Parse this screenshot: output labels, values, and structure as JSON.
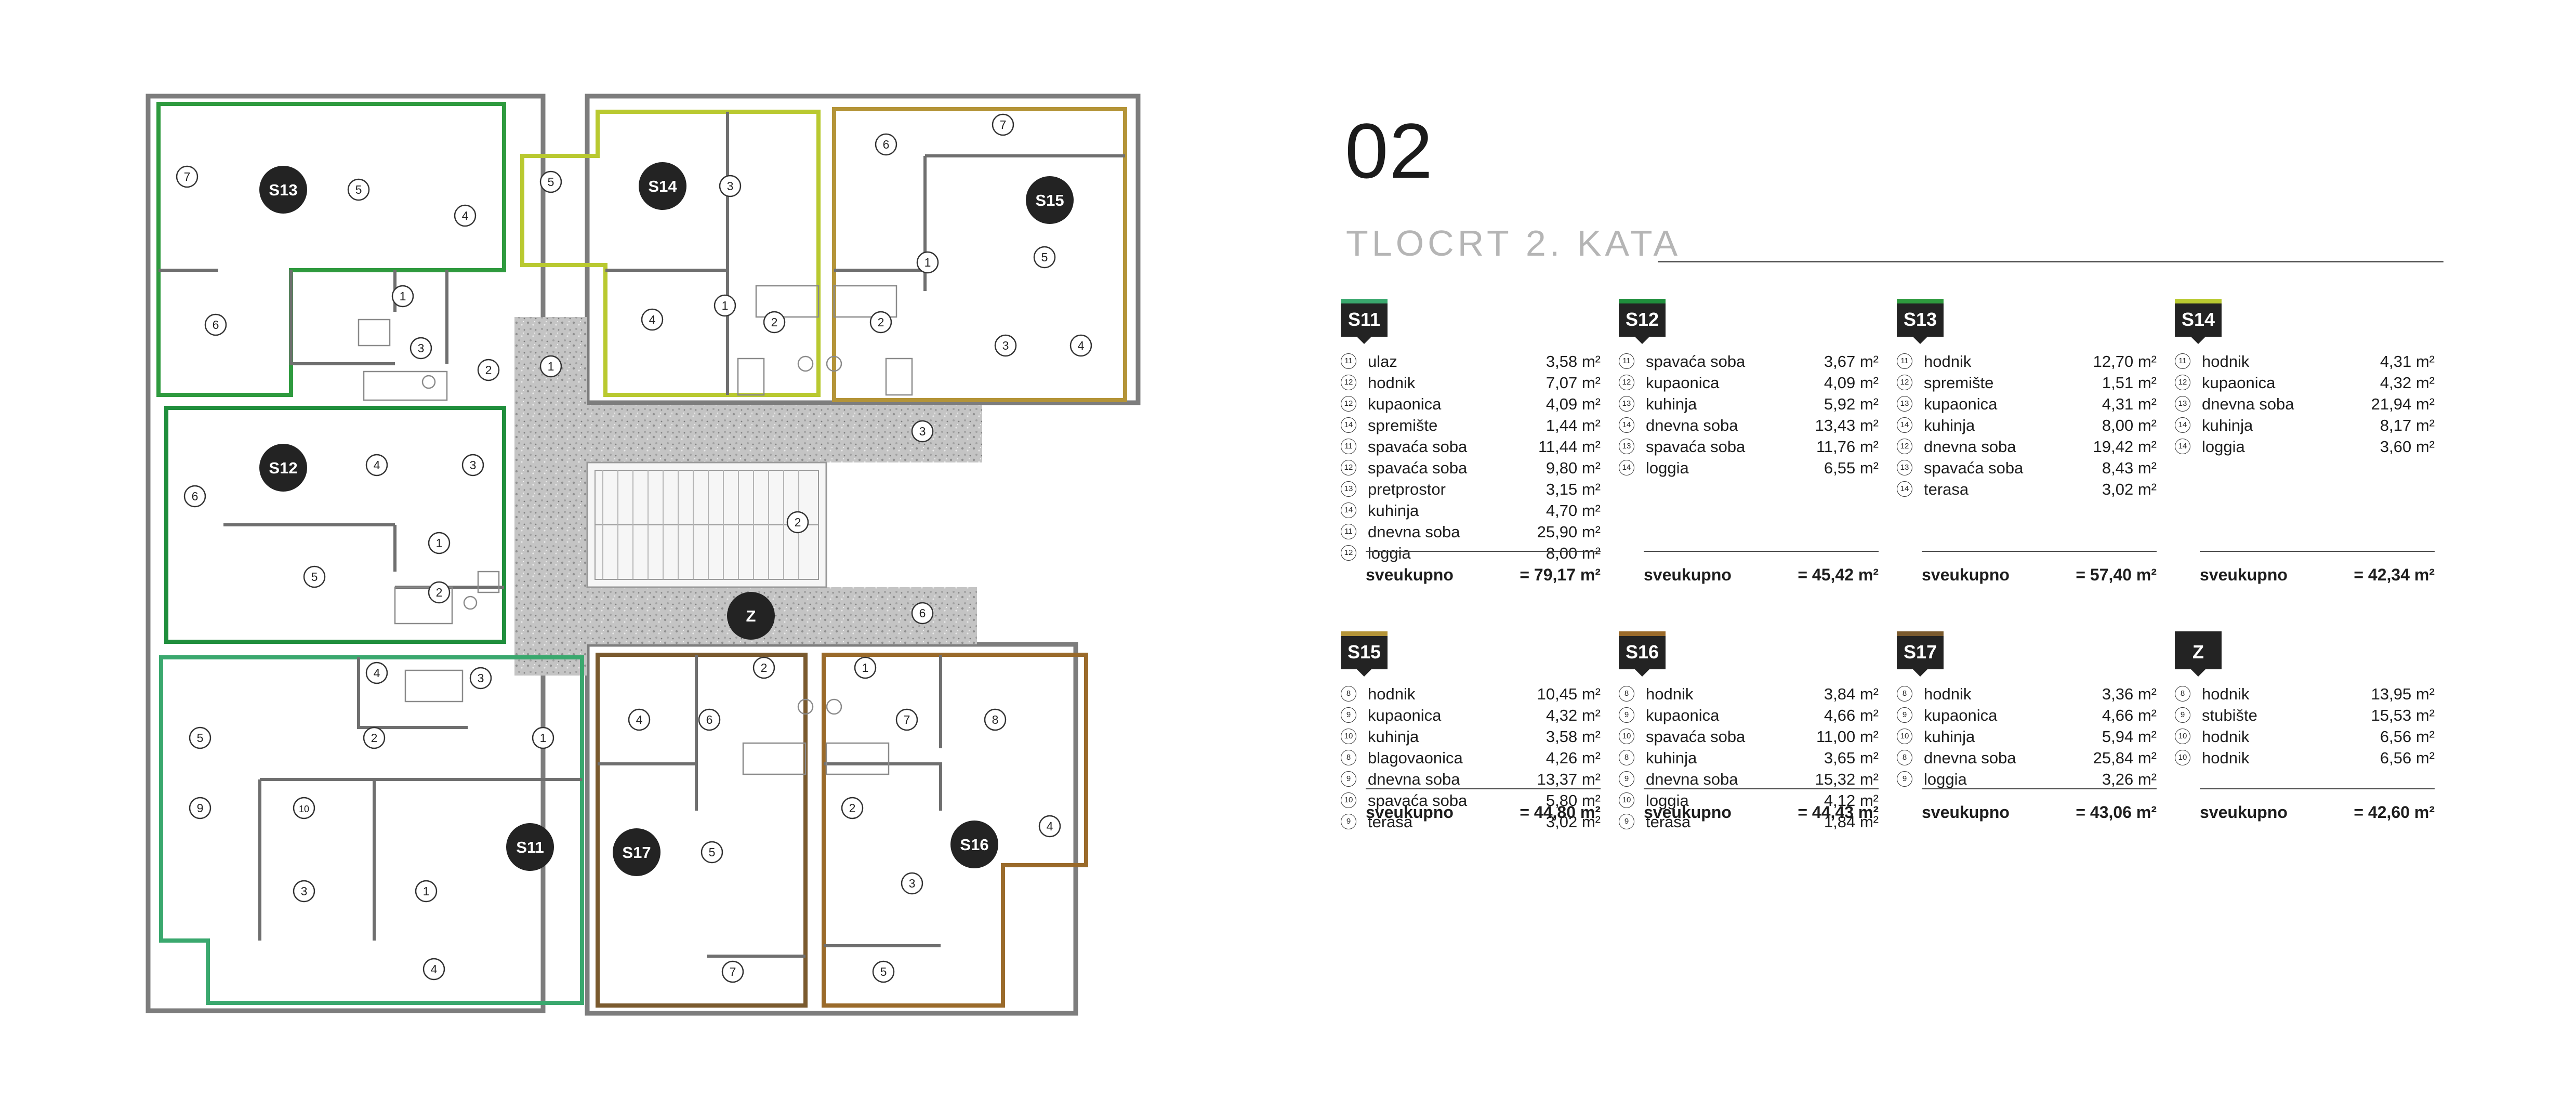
{
  "header": {
    "page_number": "02",
    "floor_title": "TLOCRT 2. KATA"
  },
  "colors": {
    "S11": "#3aa86e",
    "S12": "#1f8e3c",
    "S13": "#2e9a3e",
    "S14": "#b9c930",
    "S15": "#b49438",
    "S16": "#9a6a2a",
    "S17": "#7a5a2e",
    "Z": "#232323",
    "wall": "#7d7d7d",
    "corridor": "#b4b4b4"
  },
  "plan": {
    "unit_badges": [
      "S13",
      "S14",
      "S15",
      "S12",
      "Z",
      "S11",
      "S17",
      "S16"
    ],
    "room_numbers": [
      "7",
      "5",
      "4",
      "1",
      "6",
      "3",
      "2",
      "5",
      "3",
      "1",
      "4",
      "2",
      "6",
      "7",
      "1",
      "5",
      "2",
      "3",
      "4",
      "1",
      "4",
      "3",
      "6",
      "1",
      "5",
      "2",
      "3",
      "2",
      "3",
      "4",
      "2",
      "5",
      "1",
      "2",
      "1",
      "4",
      "6",
      "7",
      "8",
      "9",
      "10",
      "3",
      "1",
      "4",
      "5",
      "2",
      "3",
      "4",
      "7",
      "5",
      "6"
    ]
  },
  "units": [
    {
      "name": "S11",
      "rooms": [
        {
          "num": "11",
          "name": "ulaz",
          "area": "3,58 m²"
        },
        {
          "num": "12",
          "name": "hodnik",
          "area": "7,07 m²"
        },
        {
          "num": "12",
          "name": "kupaonica",
          "area": "4,09 m²"
        },
        {
          "num": "14",
          "name": "spremište",
          "area": "1,44 m²"
        },
        {
          "num": "11",
          "name": "spavaća soba",
          "area": "11,44 m²"
        },
        {
          "num": "12",
          "name": "spavaća soba",
          "area": "9,80 m²"
        },
        {
          "num": "13",
          "name": "pretprostor",
          "area": "3,15 m²"
        },
        {
          "num": "14",
          "name": "kuhinja",
          "area": "4,70 m²"
        },
        {
          "num": "11",
          "name": "dnevna soba",
          "area": "25,90 m²"
        },
        {
          "num": "12",
          "name": "loggia",
          "area": "8,00 m²"
        }
      ],
      "total_label": "sveukupno",
      "total": "= 79,17 m²"
    },
    {
      "name": "S12",
      "rooms": [
        {
          "num": "11",
          "name": "spavaća soba",
          "area": "3,67 m²"
        },
        {
          "num": "12",
          "name": "kupaonica",
          "area": "4,09 m²"
        },
        {
          "num": "13",
          "name": "kuhinja",
          "area": "5,92 m²"
        },
        {
          "num": "14",
          "name": "dnevna soba",
          "area": "13,43 m²"
        },
        {
          "num": "13",
          "name": "spavaća soba",
          "area": "11,76 m²"
        },
        {
          "num": "14",
          "name": "loggia",
          "area": "6,55 m²"
        }
      ],
      "total_label": "sveukupno",
      "total": "= 45,42 m²"
    },
    {
      "name": "S13",
      "rooms": [
        {
          "num": "11",
          "name": "hodnik",
          "area": "12,70 m²"
        },
        {
          "num": "12",
          "name": "spremište",
          "area": "1,51 m²"
        },
        {
          "num": "13",
          "name": "kupaonica",
          "area": "4,31 m²"
        },
        {
          "num": "14",
          "name": "kuhinja",
          "area": "8,00 m²"
        },
        {
          "num": "12",
          "name": "dnevna soba",
          "area": "19,42 m²"
        },
        {
          "num": "13",
          "name": "spavaća soba",
          "area": "8,43 m²"
        },
        {
          "num": "14",
          "name": "terasa",
          "area": "3,02 m²"
        }
      ],
      "total_label": "sveukupno",
      "total": "= 57,40 m²"
    },
    {
      "name": "S14",
      "rooms": [
        {
          "num": "11",
          "name": "hodnik",
          "area": "4,31 m²"
        },
        {
          "num": "12",
          "name": "kupaonica",
          "area": "4,32 m²"
        },
        {
          "num": "13",
          "name": "dnevna soba",
          "area": "21,94 m²"
        },
        {
          "num": "14",
          "name": "kuhinja",
          "area": "8,17 m²"
        },
        {
          "num": "14",
          "name": "loggia",
          "area": "3,60 m²"
        }
      ],
      "total_label": "sveukupno",
      "total": "= 42,34 m²"
    },
    {
      "name": "S15",
      "rooms": [
        {
          "num": "8",
          "name": "hodnik",
          "area": "10,45 m²"
        },
        {
          "num": "9",
          "name": "kupaonica",
          "area": "4,32 m²"
        },
        {
          "num": "10",
          "name": "kuhinja",
          "area": "3,58 m²"
        },
        {
          "num": "8",
          "name": "blagovaonica",
          "area": "4,26 m²"
        },
        {
          "num": "9",
          "name": "dnevna soba",
          "area": "13,37 m²"
        },
        {
          "num": "10",
          "name": "spavaća soba",
          "area": "5,80 m²"
        },
        {
          "num": "9",
          "name": "terasa",
          "area": "3,02 m²"
        }
      ],
      "total_label": "sveukupno",
      "total": "= 44,80 m²"
    },
    {
      "name": "S16",
      "rooms": [
        {
          "num": "8",
          "name": "hodnik",
          "area": "3,84 m²"
        },
        {
          "num": "9",
          "name": "kupaonica",
          "area": "4,66 m²"
        },
        {
          "num": "10",
          "name": "spavaća soba",
          "area": "11,00 m²"
        },
        {
          "num": "8",
          "name": "kuhinja",
          "area": "3,65 m²"
        },
        {
          "num": "9",
          "name": "dnevna soba",
          "area": "15,32 m²"
        },
        {
          "num": "10",
          "name": "loggia",
          "area": "4,12 m²"
        },
        {
          "num": "9",
          "name": "terasa",
          "area": "1,84 m²"
        }
      ],
      "total_label": "sveukupno",
      "total": "= 44,43 m²"
    },
    {
      "name": "S17",
      "rooms": [
        {
          "num": "8",
          "name": "hodnik",
          "area": "3,36 m²"
        },
        {
          "num": "9",
          "name": "kupaonica",
          "area": "4,66 m²"
        },
        {
          "num": "10",
          "name": "kuhinja",
          "area": "5,94 m²"
        },
        {
          "num": "8",
          "name": "dnevna soba",
          "area": "25,84 m²"
        },
        {
          "num": "9",
          "name": "loggia",
          "area": "3,26 m²"
        }
      ],
      "total_label": "sveukupno",
      "total": "= 43,06 m²"
    },
    {
      "name": "Z",
      "rooms": [
        {
          "num": "8",
          "name": "hodnik",
          "area": "13,95 m²"
        },
        {
          "num": "9",
          "name": "stubište",
          "area": "15,53 m²"
        },
        {
          "num": "10",
          "name": "hodnik",
          "area": "6,56 m²"
        },
        {
          "num": "10",
          "name": "hodnik",
          "area": "6,56 m²"
        }
      ],
      "total_label": "sveukupno",
      "total": "= 42,60 m²"
    }
  ]
}
